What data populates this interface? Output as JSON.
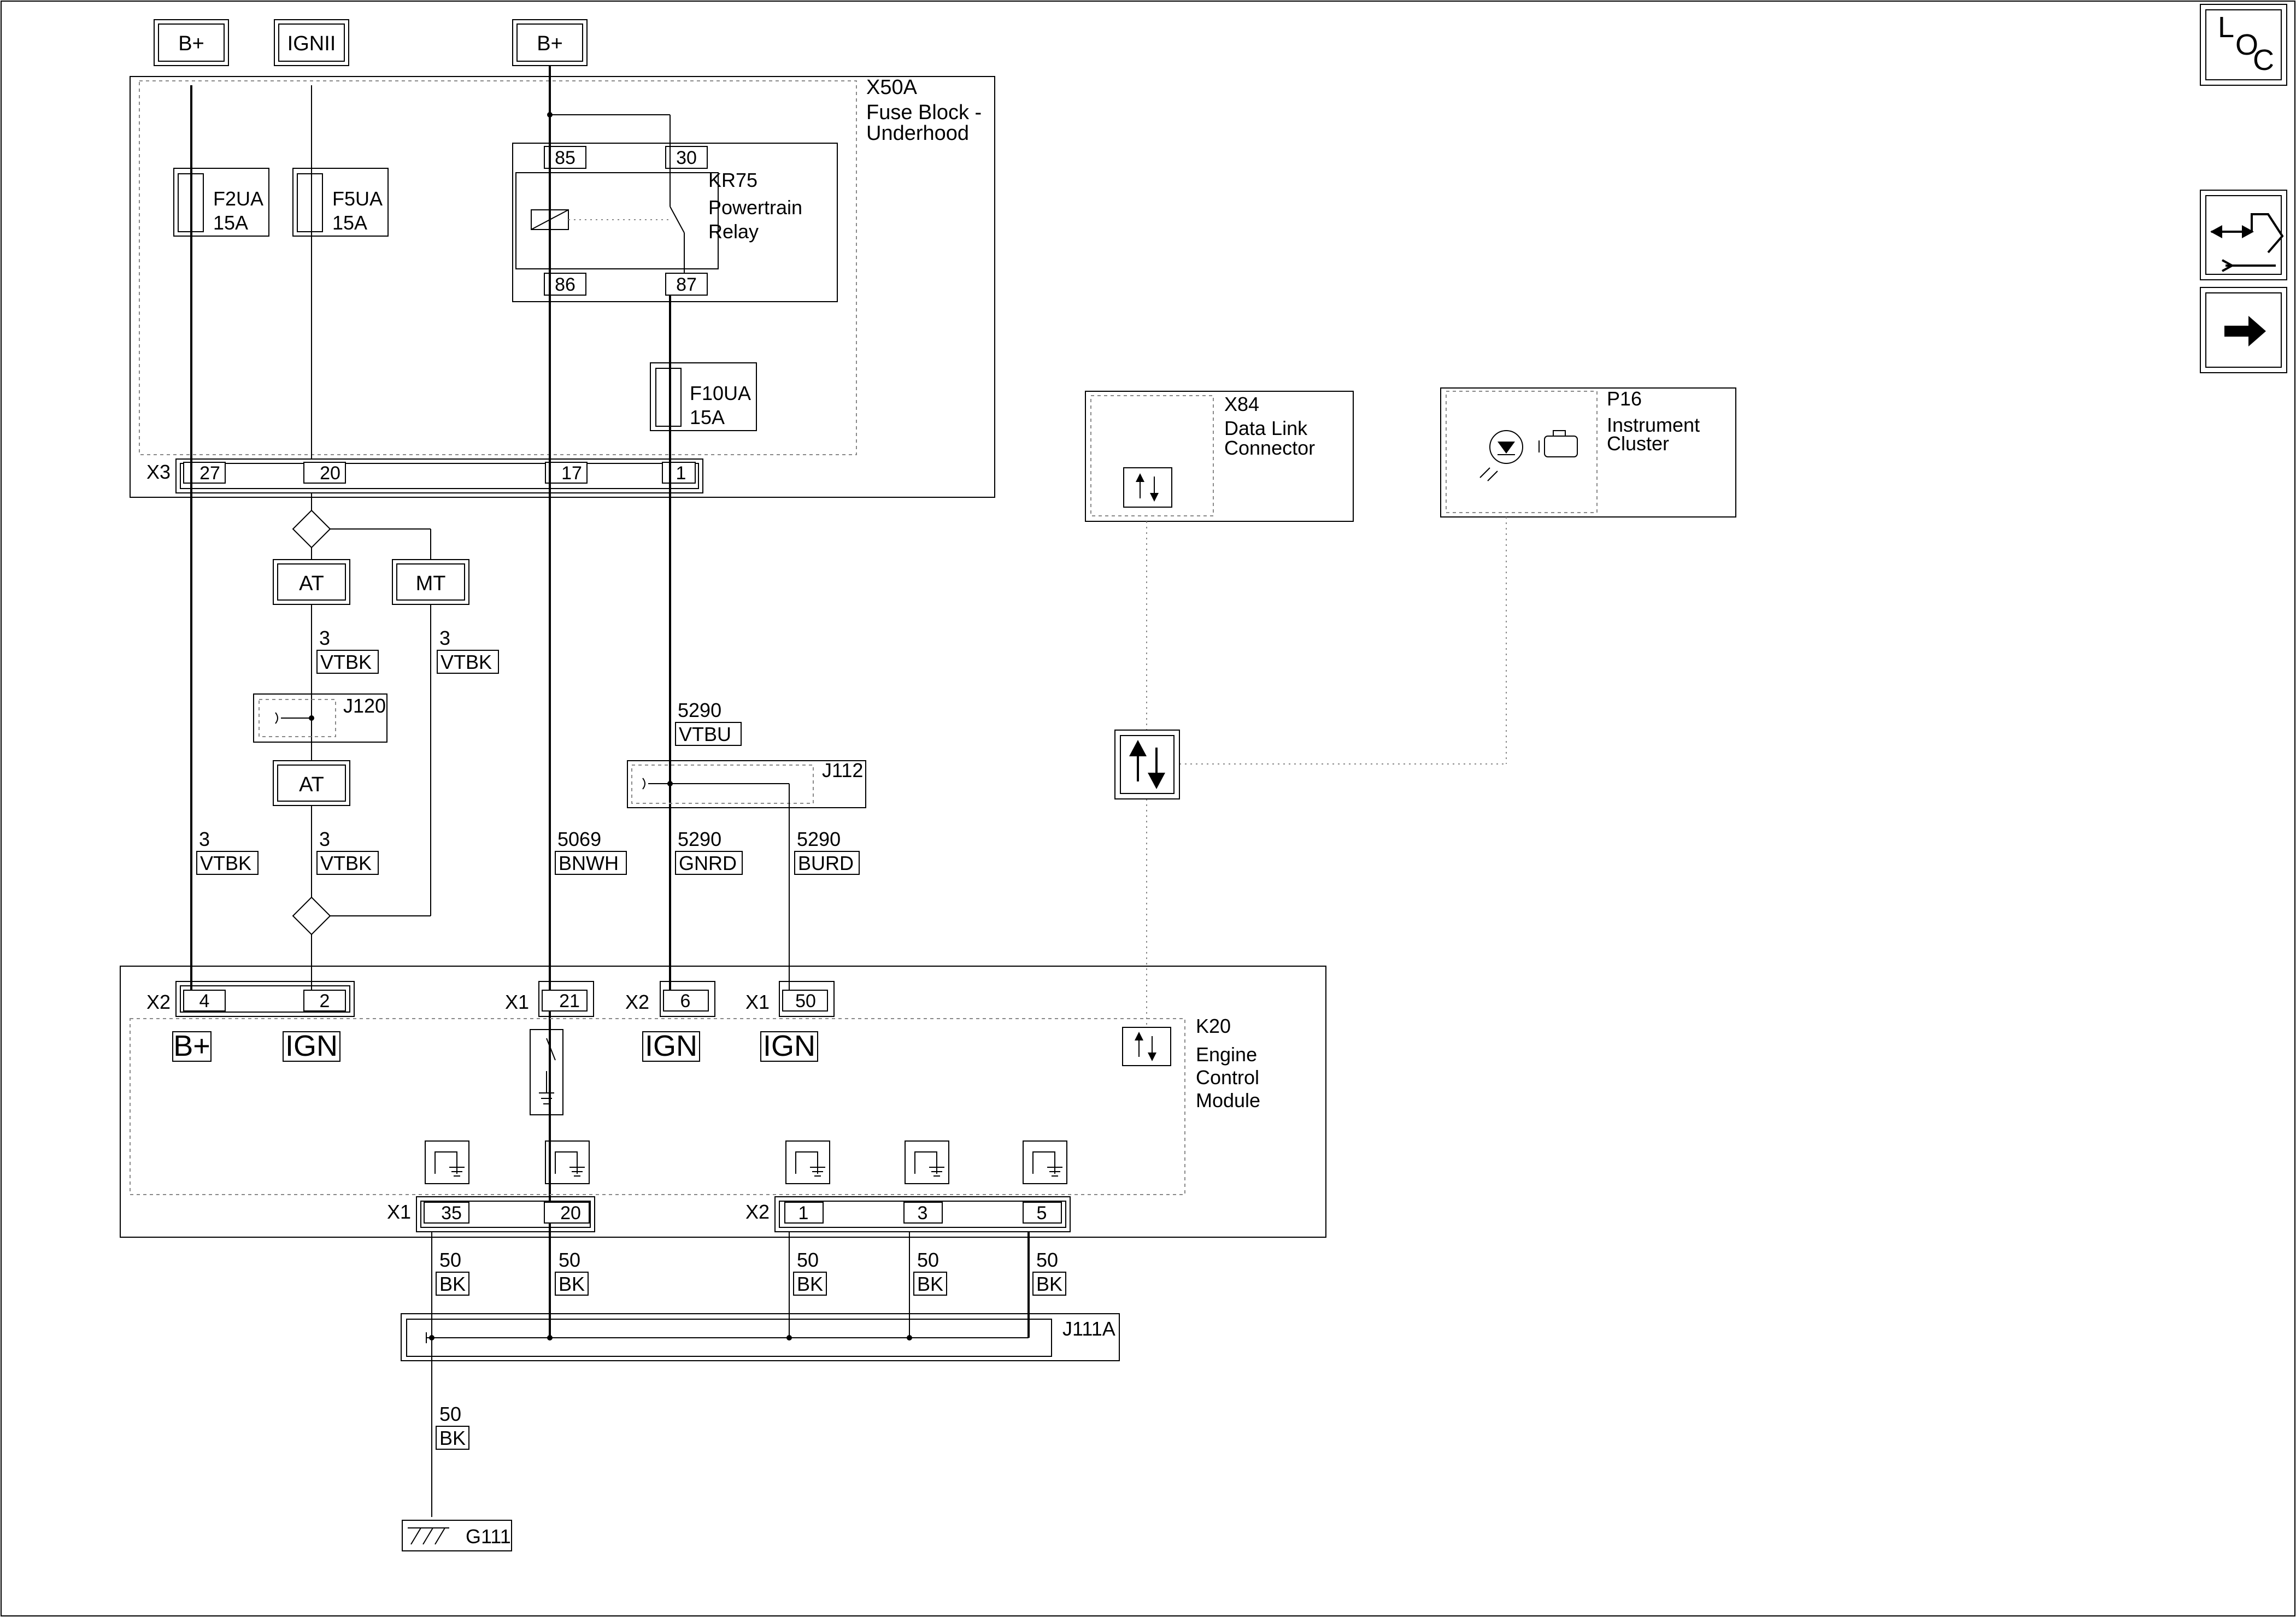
{
  "sources": {
    "b_plus_1": "B+",
    "ign2": "IGNII",
    "b_plus_2": "B+"
  },
  "fuse_block": {
    "id": "X50A",
    "name_line1": "Fuse Block -",
    "name_line2": "Underhood"
  },
  "fuses": {
    "f2ua": {
      "id": "F2UA",
      "rating": "15A"
    },
    "f5ua": {
      "id": "F5UA",
      "rating": "15A"
    },
    "f10ua": {
      "id": "F10UA",
      "rating": "15A"
    }
  },
  "relay": {
    "id": "KR75",
    "name_line1": "Powertrain",
    "name_line2": "Relay",
    "pin85": "85",
    "pin30": "30",
    "pin86": "86",
    "pin87": "87"
  },
  "x3": {
    "connector": "X3",
    "pins": [
      "27",
      "20",
      "17",
      "1"
    ]
  },
  "options": {
    "at": "AT",
    "mt": "MT",
    "at2": "AT"
  },
  "wires": {
    "at_top": {
      "circuit": "3",
      "color": "VTBK"
    },
    "mt": {
      "circuit": "3",
      "color": "VTBK"
    },
    "left": {
      "circuit": "3",
      "color": "VTBK"
    },
    "at_bottom": {
      "circuit": "3",
      "color": "VTBK"
    },
    "w5069": {
      "circuit": "5069",
      "color": "BNWH"
    },
    "w5290_top": {
      "circuit": "5290",
      "color": "VTBU"
    },
    "w5290_gnrd": {
      "circuit": "5290",
      "color": "GNRD"
    },
    "w5290_burd": {
      "circuit": "5290",
      "color": "BURD"
    },
    "g35": {
      "circuit": "50",
      "color": "BK"
    },
    "g20": {
      "circuit": "50",
      "color": "BK"
    },
    "g1": {
      "circuit": "50",
      "color": "BK"
    },
    "g3": {
      "circuit": "50",
      "color": "BK"
    },
    "g5": {
      "circuit": "50",
      "color": "BK"
    },
    "g_main": {
      "circuit": "50",
      "color": "BK"
    }
  },
  "splices": {
    "j120": "J120",
    "j112": "J112",
    "j111a": "J111A"
  },
  "ground": {
    "id": "G111"
  },
  "dlc": {
    "id": "X84",
    "name_line1": "Data Link",
    "name_line2": "Connector"
  },
  "cluster": {
    "id": "P16",
    "name_line1": "Instrument",
    "name_line2": "Cluster"
  },
  "ecm": {
    "id": "K20",
    "name_line1": "Engine",
    "name_line2": "Control",
    "name_line3": "Module",
    "conn_x2a": "X2",
    "pin_4": "4",
    "pin_2": "2",
    "conn_x1a": "X1",
    "pin_21": "21",
    "conn_x2b": "X2",
    "pin_6": "6",
    "conn_x1b": "X1",
    "pin_50": "50",
    "label_bplus": "B+",
    "label_ign1": "IGN",
    "label_ign2": "IGN",
    "label_ign3": "IGN",
    "conn_x1c": "X1",
    "pin_35": "35",
    "pin_20": "20",
    "conn_x2c": "X2",
    "pin_1": "1",
    "pin_3": "3",
    "pin_5": "5"
  },
  "nav": {
    "loc_l": "L",
    "loc_o": "O",
    "loc_c": "C"
  }
}
